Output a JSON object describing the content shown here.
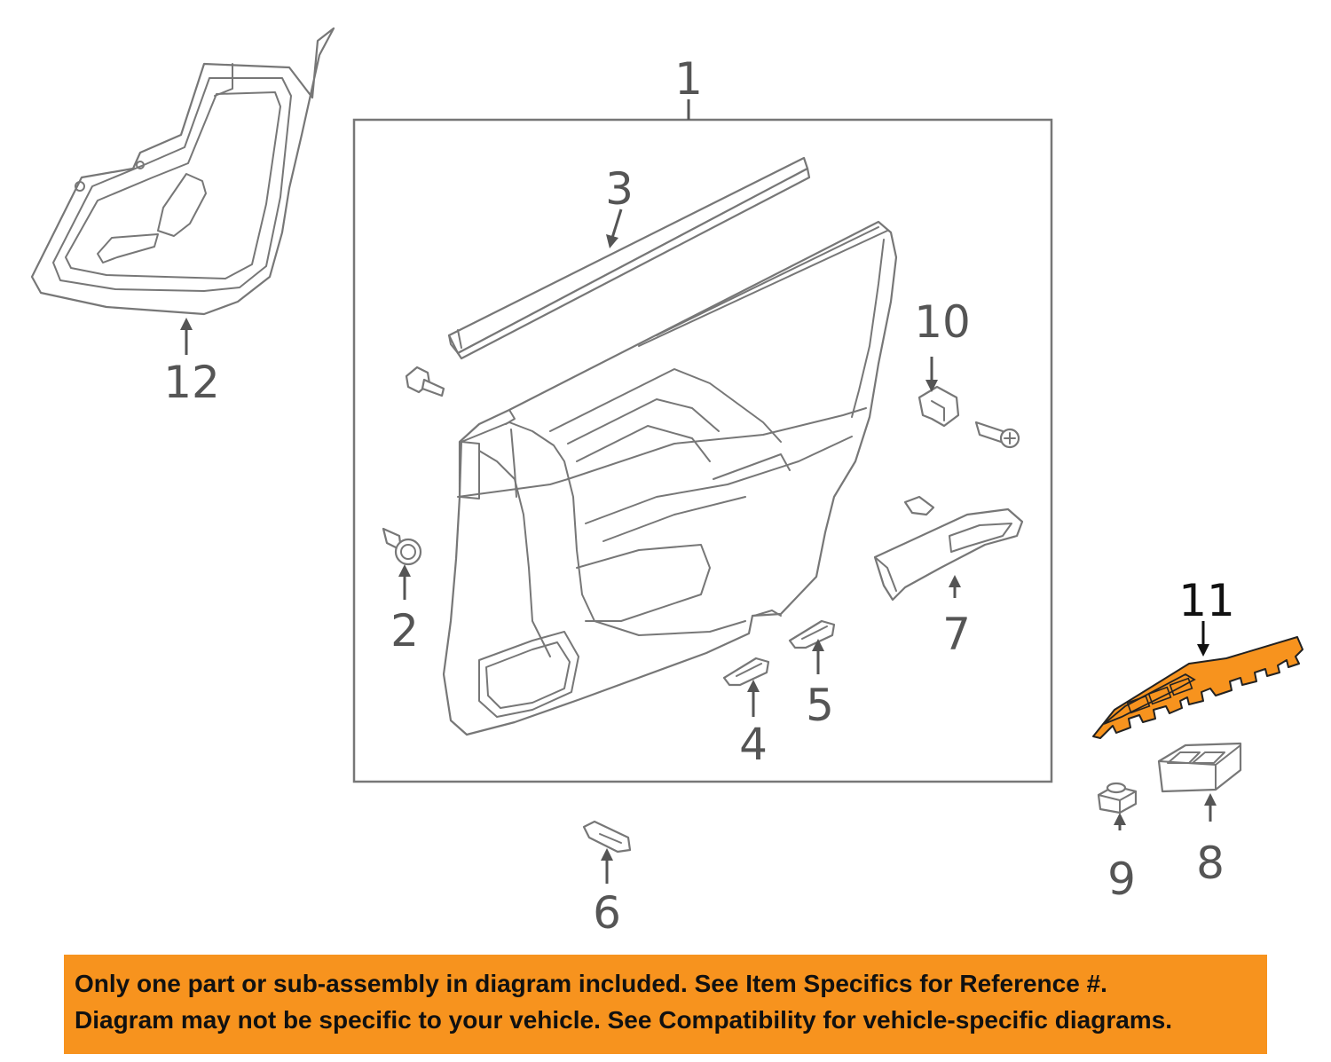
{
  "callouts": [
    "1",
    "2",
    "3",
    "4",
    "5",
    "6",
    "7",
    "8",
    "9",
    "10",
    "11",
    "12"
  ],
  "highlight_color": "#f7931e",
  "disclaimer": {
    "line1": "Only one part or sub-assembly in diagram included. See Item Specifics for Reference #.",
    "line2": "Diagram may not be specific to your vehicle. See Compatibility for vehicle-specific diagrams."
  }
}
